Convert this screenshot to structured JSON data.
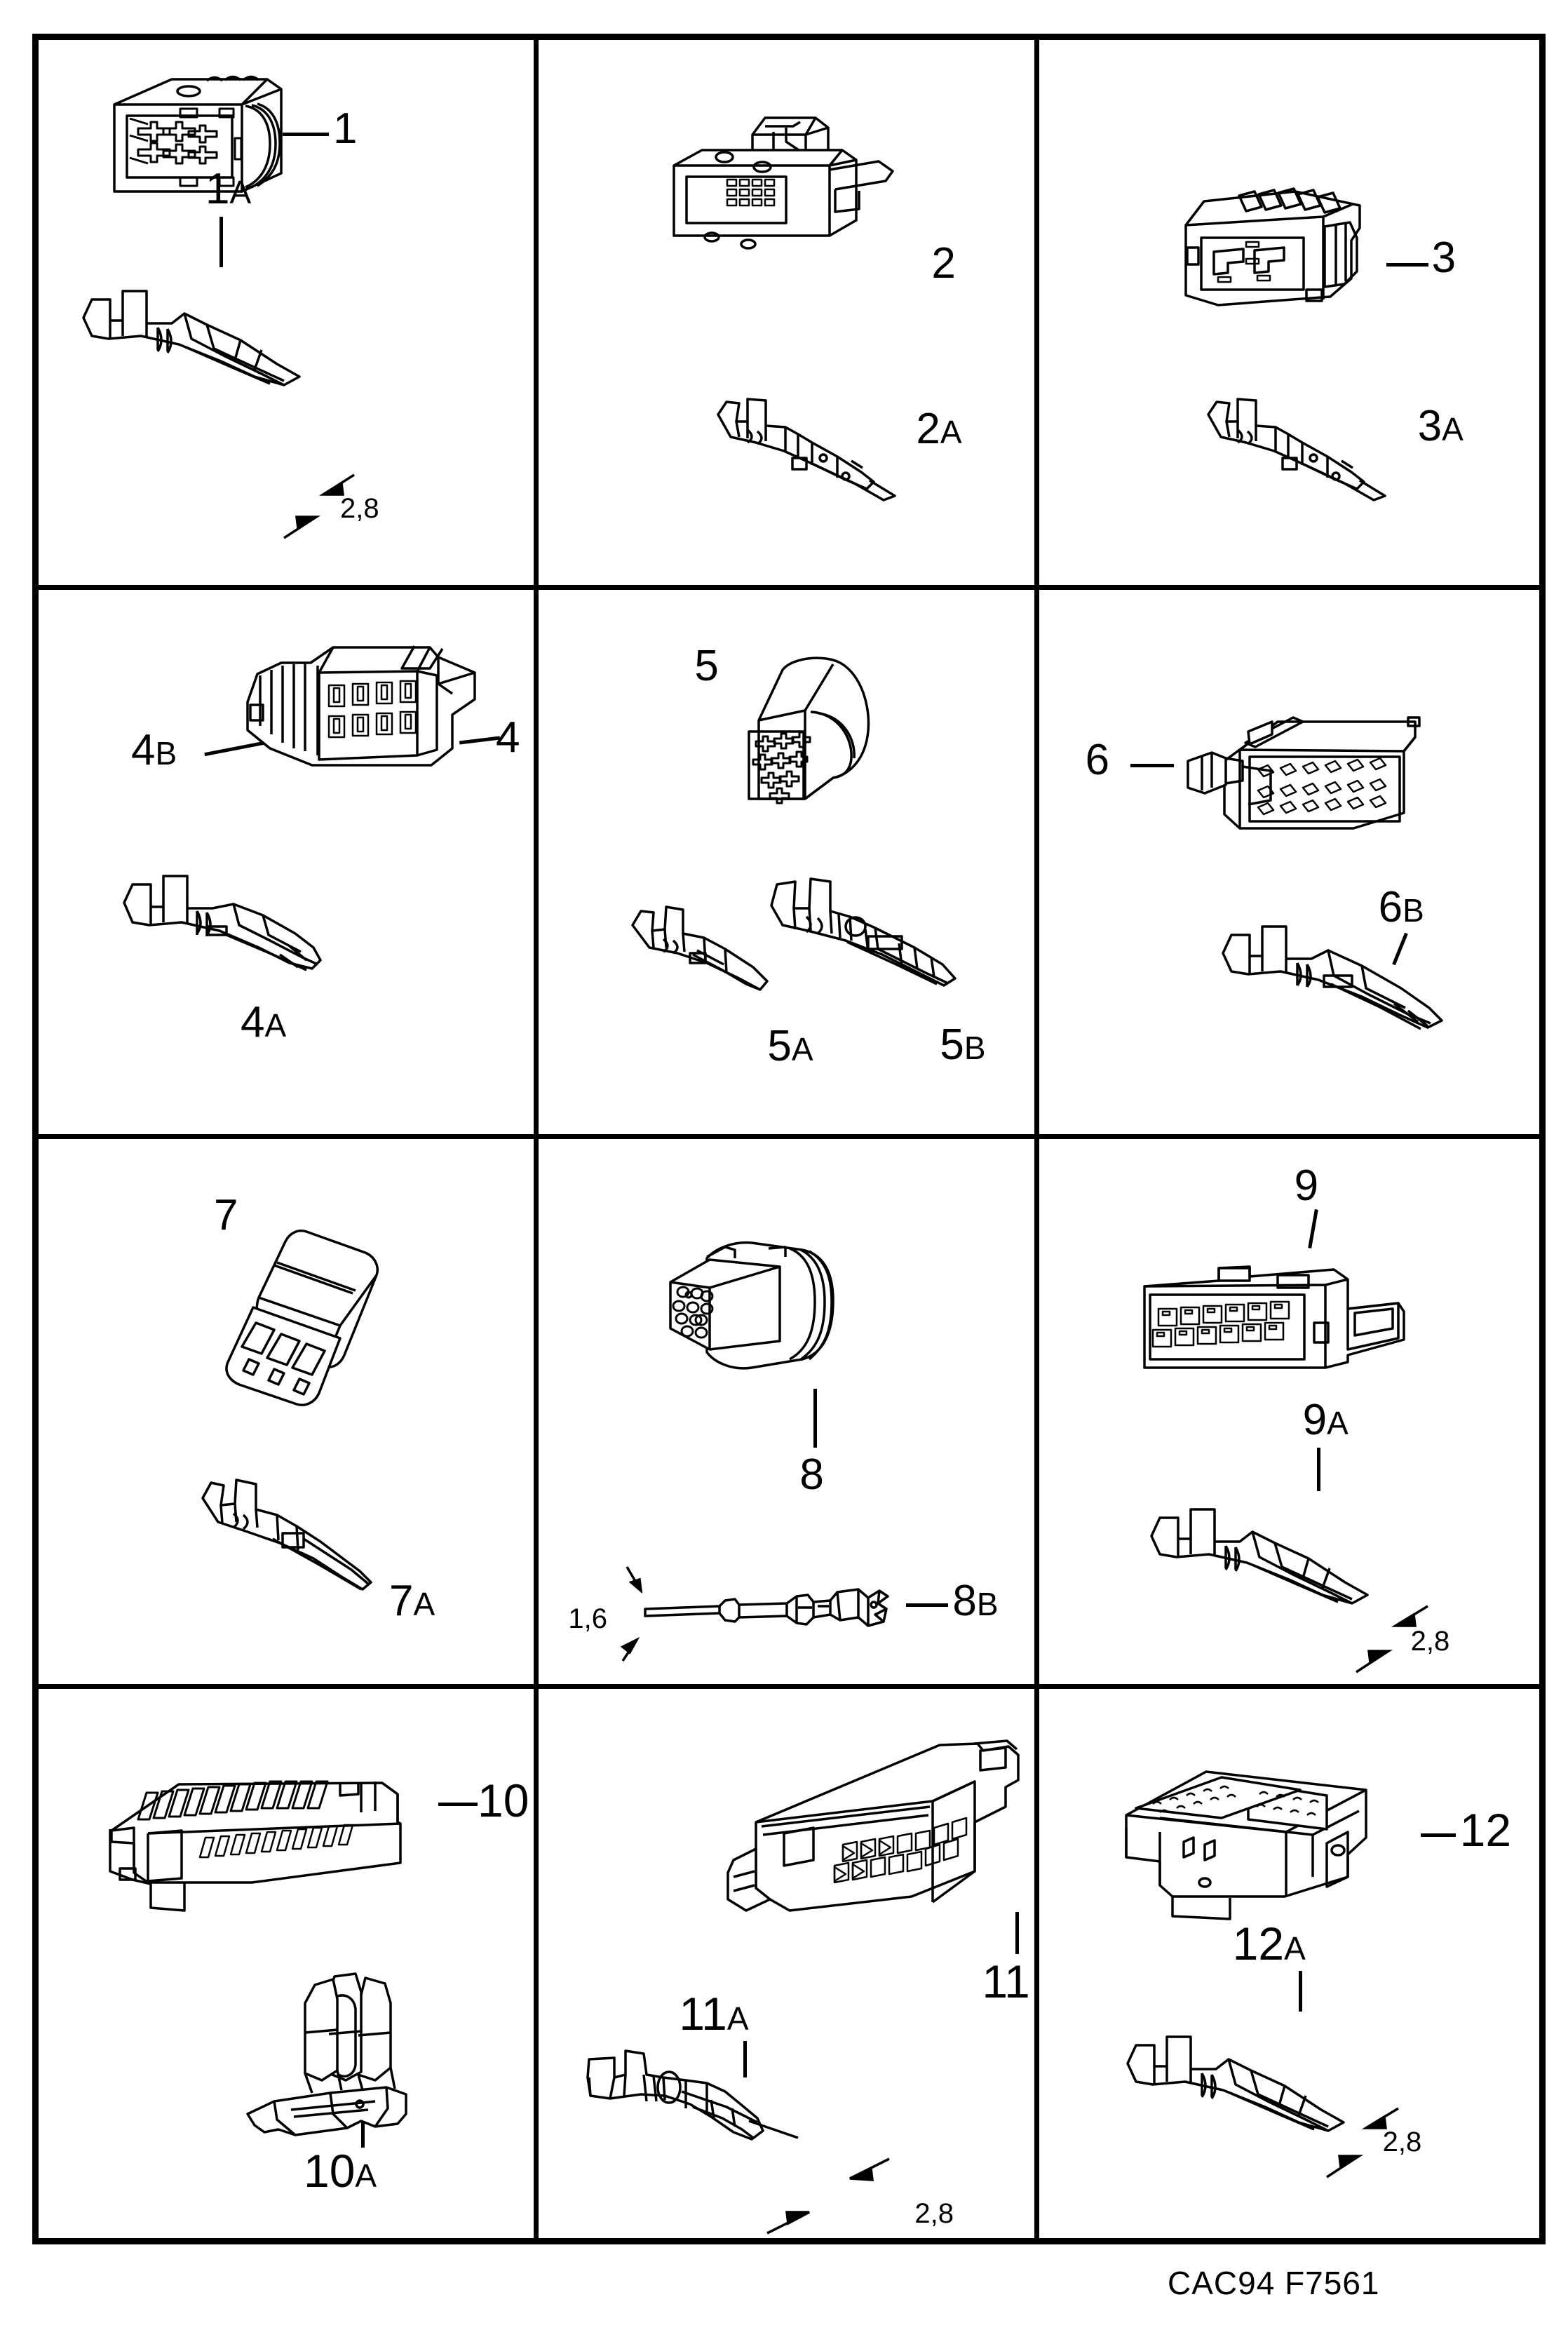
{
  "sheet": {
    "footer_code": "CAC94 F7561",
    "ink_color": "#000000",
    "paper_color": "#ffffff"
  },
  "grid": {
    "columns": 3,
    "rows": 4,
    "cells": [
      {
        "index": 1,
        "parts": [
          {
            "id": "housing-1",
            "label": "1",
            "suffix": "",
            "kind": "connector-housing",
            "cavities": 10,
            "leader": true
          },
          {
            "id": "terminal-1a",
            "label": "1",
            "suffix": "A",
            "kind": "terminal",
            "leader": true,
            "dimension": {
              "value": "2,8",
              "arrows": "double"
            }
          }
        ]
      },
      {
        "index": 2,
        "parts": [
          {
            "id": "housing-2",
            "label": "2",
            "suffix": "",
            "kind": "connector-housing",
            "cavities": 12,
            "leader": false
          },
          {
            "id": "terminal-2a",
            "label": "2",
            "suffix": "A",
            "kind": "terminal-blade",
            "leader": false
          }
        ]
      },
      {
        "index": 3,
        "parts": [
          {
            "id": "housing-3",
            "label": "3",
            "suffix": "",
            "kind": "connector-housing",
            "cavities": 4,
            "leader": true
          },
          {
            "id": "terminal-3a",
            "label": "3",
            "suffix": "A",
            "kind": "terminal-blade",
            "leader": false
          }
        ]
      },
      {
        "index": 4,
        "parts": [
          {
            "id": "housing-4",
            "label": "4",
            "suffix": "",
            "kind": "connector-housing",
            "cavities": 10,
            "leader": true
          },
          {
            "id": "seal-4b",
            "label": "4",
            "suffix": "B",
            "kind": "wire-seal",
            "leader": true
          },
          {
            "id": "terminal-4a",
            "label": "4",
            "suffix": "A",
            "kind": "terminal",
            "leader": false
          }
        ]
      },
      {
        "index": 5,
        "parts": [
          {
            "id": "housing-5",
            "label": "5",
            "suffix": "",
            "kind": "connector-housing",
            "cavities": 9,
            "leader": false
          },
          {
            "id": "terminal-5a",
            "label": "5",
            "suffix": "A",
            "kind": "terminal",
            "leader": false
          },
          {
            "id": "terminal-5b",
            "label": "5",
            "suffix": "B",
            "kind": "terminal",
            "leader": false
          }
        ]
      },
      {
        "index": 6,
        "parts": [
          {
            "id": "housing-6",
            "label": "6",
            "suffix": "",
            "kind": "connector-housing",
            "cavities": 14,
            "leader": true
          },
          {
            "id": "terminal-6b",
            "label": "6",
            "suffix": "B",
            "kind": "terminal",
            "leader": true
          }
        ]
      },
      {
        "index": 7,
        "parts": [
          {
            "id": "housing-7",
            "label": "7",
            "suffix": "",
            "kind": "connector-housing",
            "cavities": 4,
            "leader": false
          },
          {
            "id": "terminal-7a",
            "label": "7",
            "suffix": "A",
            "kind": "terminal-pin",
            "leader": false
          }
        ]
      },
      {
        "index": 8,
        "parts": [
          {
            "id": "housing-8",
            "label": "8",
            "suffix": "",
            "kind": "round-connector",
            "cavities": 12,
            "leader": true
          },
          {
            "id": "terminal-8b",
            "label": "8",
            "suffix": "B",
            "kind": "terminal-pin",
            "leader": true,
            "dimension": {
              "value": "1,6",
              "arrows": "double"
            }
          }
        ]
      },
      {
        "index": 9,
        "parts": [
          {
            "id": "housing-9",
            "label": "9",
            "suffix": "",
            "kind": "connector-housing",
            "cavities": 12,
            "leader": true
          },
          {
            "id": "terminal-9a",
            "label": "9",
            "suffix": "A",
            "kind": "terminal",
            "leader": true,
            "dimension": {
              "value": "2,8",
              "arrows": "double"
            }
          }
        ]
      },
      {
        "index": 10,
        "parts": [
          {
            "id": "housing-10",
            "label": "10",
            "suffix": "",
            "kind": "comb-connector",
            "cavities": 26,
            "leader": true
          },
          {
            "id": "terminal-10a",
            "label": "10",
            "suffix": "A",
            "kind": "terminal-clip",
            "leader": true
          }
        ]
      },
      {
        "index": 11,
        "parts": [
          {
            "id": "housing-11",
            "label": "11",
            "suffix": "",
            "kind": "connector-housing",
            "cavities": 18,
            "leader": true
          },
          {
            "id": "terminal-11a",
            "label": "11",
            "suffix": "A",
            "kind": "terminal-sealed",
            "leader": true,
            "dimension": {
              "value": "2,8",
              "arrows": "double"
            }
          }
        ]
      },
      {
        "index": 12,
        "parts": [
          {
            "id": "housing-12",
            "label": "12",
            "suffix": "",
            "kind": "relay-base",
            "cavities": 16,
            "leader": true
          },
          {
            "id": "terminal-12a",
            "label": "12",
            "suffix": "A",
            "kind": "terminal",
            "leader": true,
            "dimension": {
              "value": "2,8",
              "arrows": "double"
            }
          }
        ]
      }
    ]
  }
}
